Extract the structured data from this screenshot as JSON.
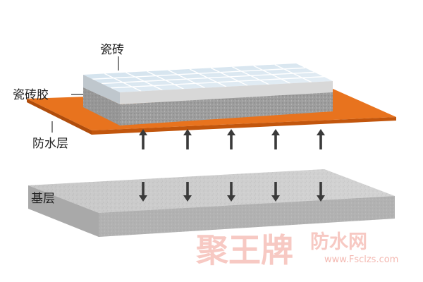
{
  "labels": {
    "tile": "瓷砖",
    "adhesive": "瓷砖胶",
    "waterproof": "防水层",
    "base": "基层"
  },
  "watermark": {
    "brand": "聚王牌",
    "product": "防水网",
    "url": "www.Fsclzs.com"
  },
  "colors": {
    "tile_surface": "#dce9f2",
    "tile_grid": "#ffffff",
    "adhesive": "#a8a8a8",
    "waterproof_top": "#e8731e",
    "waterproof_edge": "#c85a10",
    "base_top": "#d2d2d2",
    "base_side": "#b9b9b9",
    "arrow": "#3a3a3a",
    "watermark": "#f7c9c3"
  },
  "arrows": {
    "up_count": 5,
    "down_count": 5
  }
}
